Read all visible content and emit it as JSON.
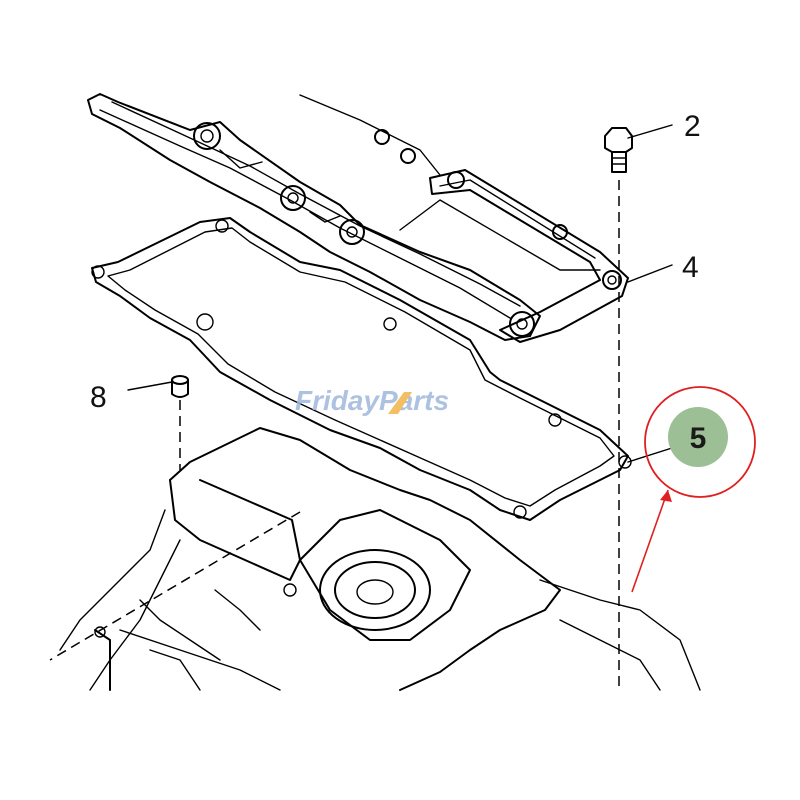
{
  "callouts": [
    {
      "label": "2"
    },
    {
      "label": "4"
    },
    {
      "label": "8"
    },
    {
      "label": "5"
    }
  ],
  "watermark": {
    "text_part1": "Friday",
    "text_part2": "Parts"
  },
  "colors": {
    "highlight_circle": "#e02020",
    "badge_fill": "#9dbf96",
    "watermark_blue": "#9fb8dc",
    "watermark_orange": "#f0b44a"
  }
}
